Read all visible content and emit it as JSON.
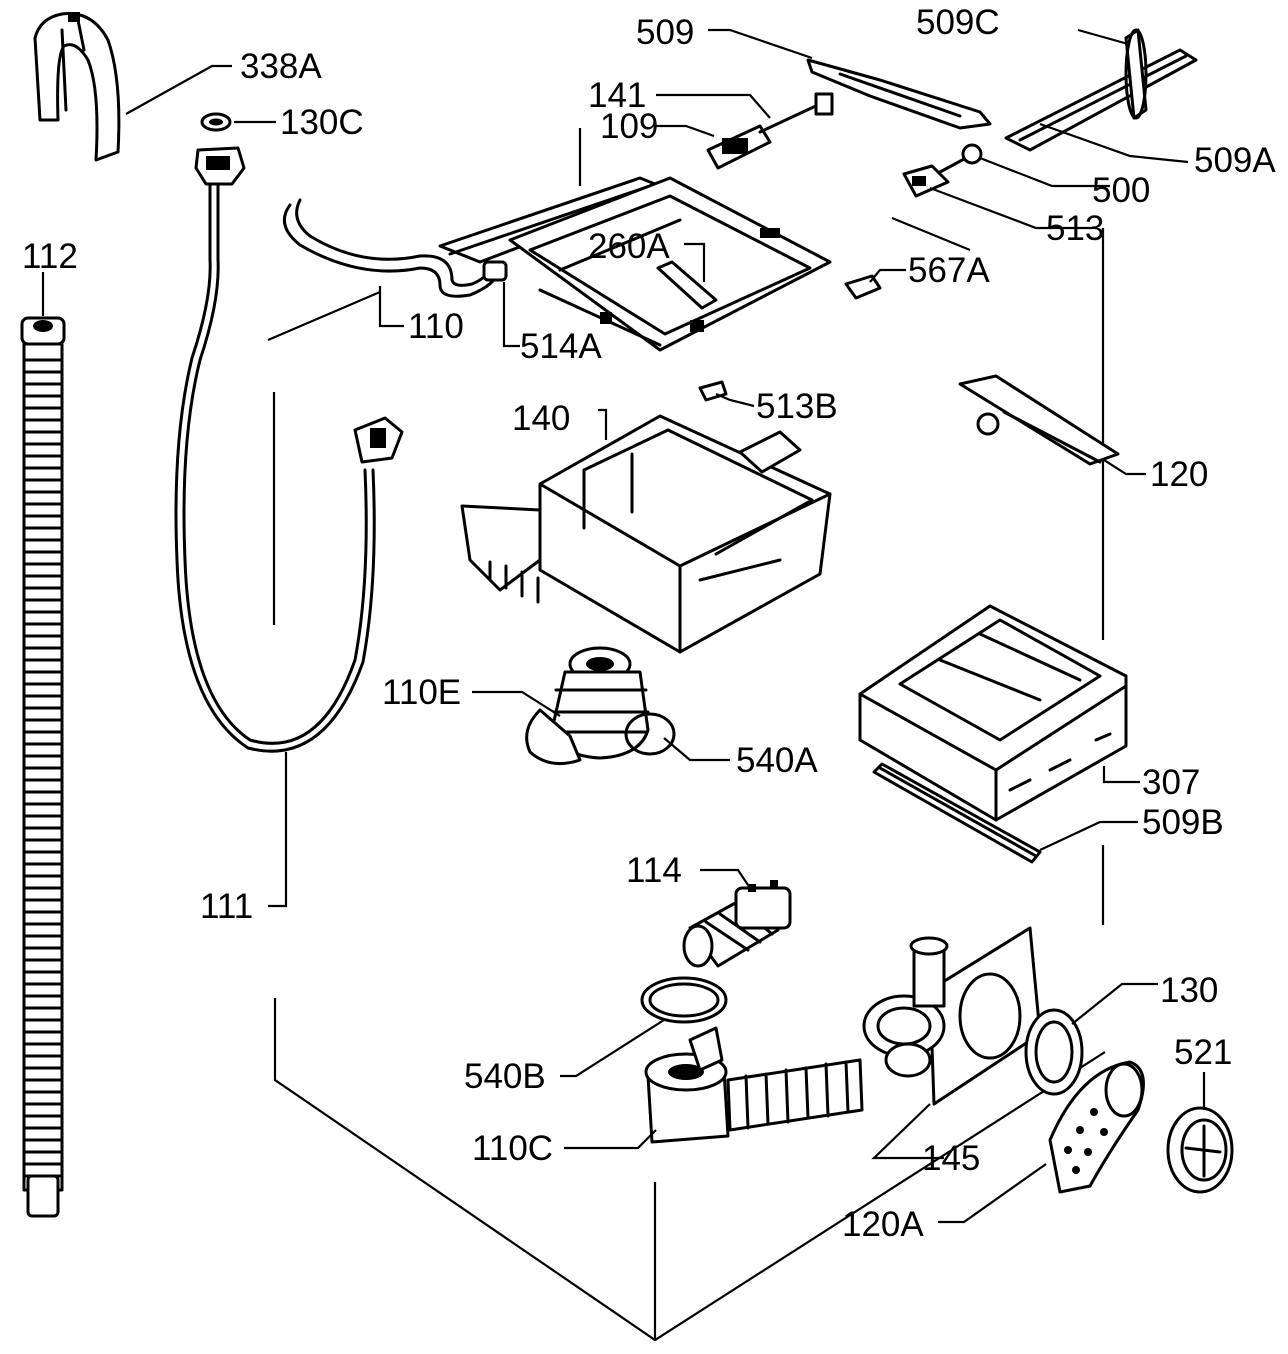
{
  "diagram": {
    "labels": {
      "p338A": "338A",
      "p130C": "130C",
      "p112": "112",
      "p509": "509",
      "p509C": "509C",
      "p141": "141",
      "p109": "109",
      "p509A": "509A",
      "p500": "500",
      "p513": "513",
      "p260A": "260A",
      "p567A": "567A",
      "p110": "110",
      "p514A": "514A",
      "p513B": "513B",
      "p140": "140",
      "p120": "120",
      "p110E": "110E",
      "p540A": "540A",
      "p307": "307",
      "p509B": "509B",
      "p111": "111",
      "p114": "114",
      "p130": "130",
      "p521": "521",
      "p540B": "540B",
      "p110C": "110C",
      "p145": "145",
      "p120A": "120A"
    }
  }
}
